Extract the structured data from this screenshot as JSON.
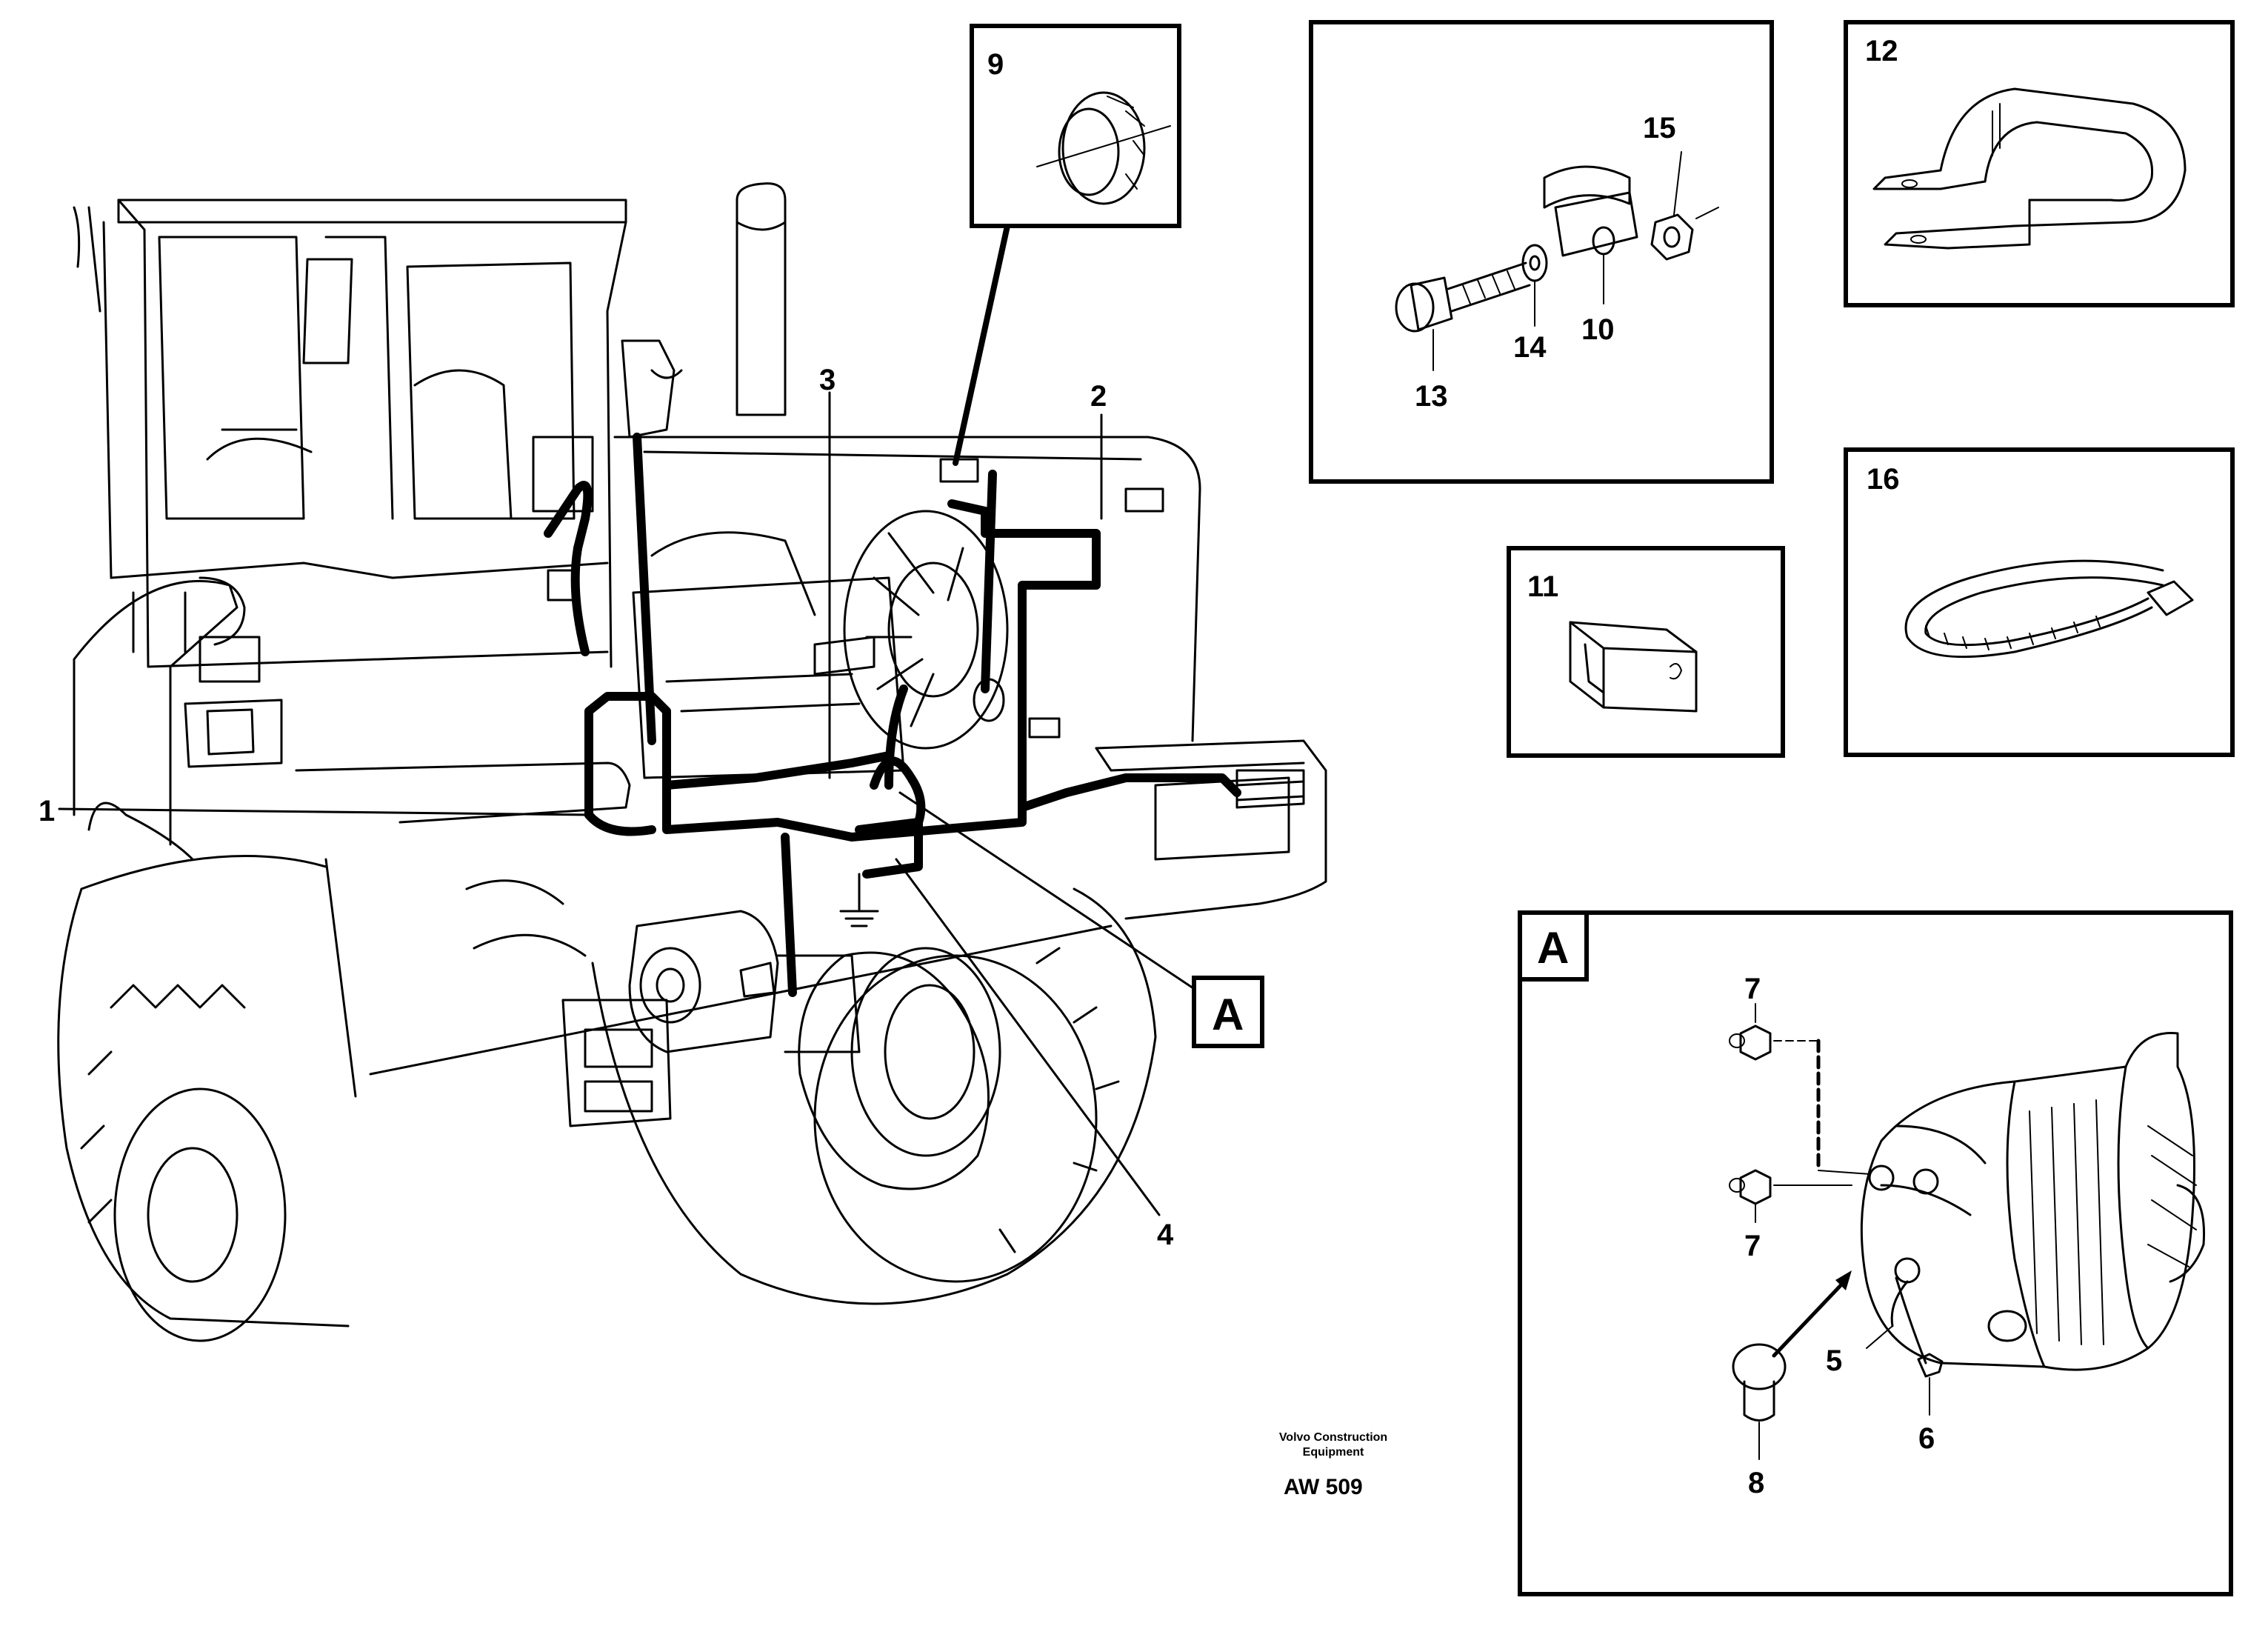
{
  "callouts": {
    "c1": "1",
    "c2": "2",
    "c3": "3",
    "c4": "4",
    "c5": "5",
    "c6": "6",
    "c7a": "7",
    "c7b": "7",
    "c8": "8",
    "c9": "9",
    "c10": "10",
    "c11": "11",
    "c12": "12",
    "c13": "13",
    "c14": "14",
    "c15": "15",
    "c16": "16"
  },
  "detail_a": {
    "main_label": "A",
    "panel_title": "A"
  },
  "caption": {
    "line1": "Volvo Construction",
    "line2": "Equipment",
    "reference": "AW 509"
  }
}
